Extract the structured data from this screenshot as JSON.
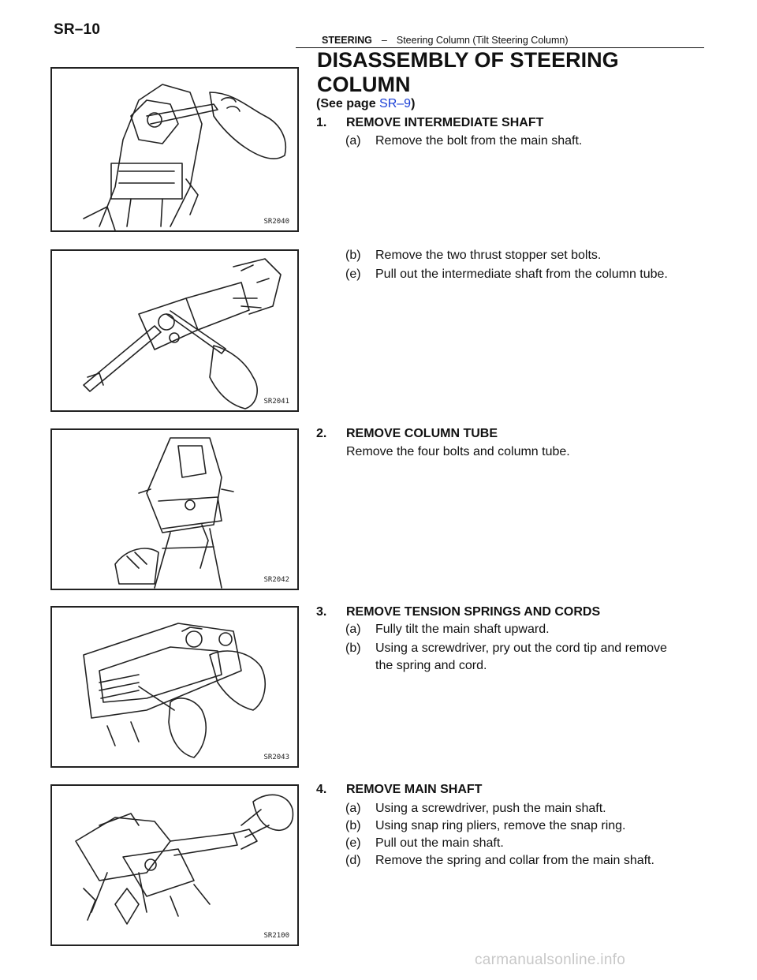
{
  "header": {
    "page_label": "SR–10",
    "section": "STEERING",
    "separator": "–",
    "subsection": "Steering Column (Tilt Steering Column)"
  },
  "title": "DISASSEMBLY OF STEERING COLUMN",
  "see_page": {
    "prefix": "(See page ",
    "link": "SR–9",
    "suffix": ")"
  },
  "steps": [
    {
      "number": "1.",
      "title": "REMOVE INTERMEDIATE SHAFT",
      "substeps": [
        {
          "tag": "(a)",
          "text": "Remove the bolt from the main shaft."
        },
        {
          "tag": "(b)",
          "text": "Remove the two thrust stopper set bolts."
        },
        {
          "tag": "(e)",
          "text": "Pull out the intermediate shaft from the column tube."
        }
      ]
    },
    {
      "number": "2.",
      "title": "REMOVE COLUMN TUBE",
      "text": "Remove the four bolts and column tube."
    },
    {
      "number": "3.",
      "title": "REMOVE TENSION SPRINGS AND CORDS",
      "substeps": [
        {
          "tag": "(a)",
          "text": "Fully tilt the main shaft upward."
        },
        {
          "tag": "(b)",
          "text": "Using a screwdriver, pry out the cord tip and remove",
          "text_cont": "the spring and cord."
        }
      ]
    },
    {
      "number": "4.",
      "title": "REMOVE MAIN SHAFT",
      "substeps": [
        {
          "tag": "(a)",
          "text": "Using a screwdriver, push the main shaft."
        },
        {
          "tag": "(b)",
          "text": "Using snap ring pliers, remove the snap ring."
        },
        {
          "tag": "(e)",
          "text": "Pull out the main shaft."
        },
        {
          "tag": "(d)",
          "text": "Remove the spring and collar from the main shaft."
        }
      ]
    }
  ],
  "figures": [
    {
      "code": "SR2040"
    },
    {
      "code": "SR2041"
    },
    {
      "code": "SR2042"
    },
    {
      "code": "SR2043"
    },
    {
      "code": "SR2100"
    }
  ],
  "watermark": "carmanualsonline.info"
}
